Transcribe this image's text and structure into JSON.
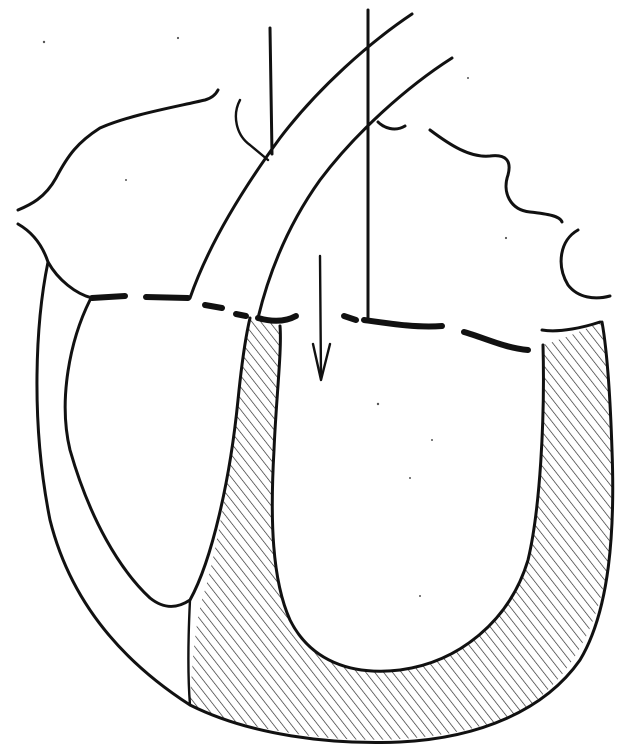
{
  "figure": {
    "kind": "line-drawing",
    "labels": [],
    "colors": {
      "ink": "#111111",
      "background": "#ffffff"
    },
    "hatching": {
      "pattern": "diagonal-lines",
      "regions": [
        "septum-and-free-wall"
      ]
    },
    "arrow": {
      "direction": "down"
    }
  }
}
